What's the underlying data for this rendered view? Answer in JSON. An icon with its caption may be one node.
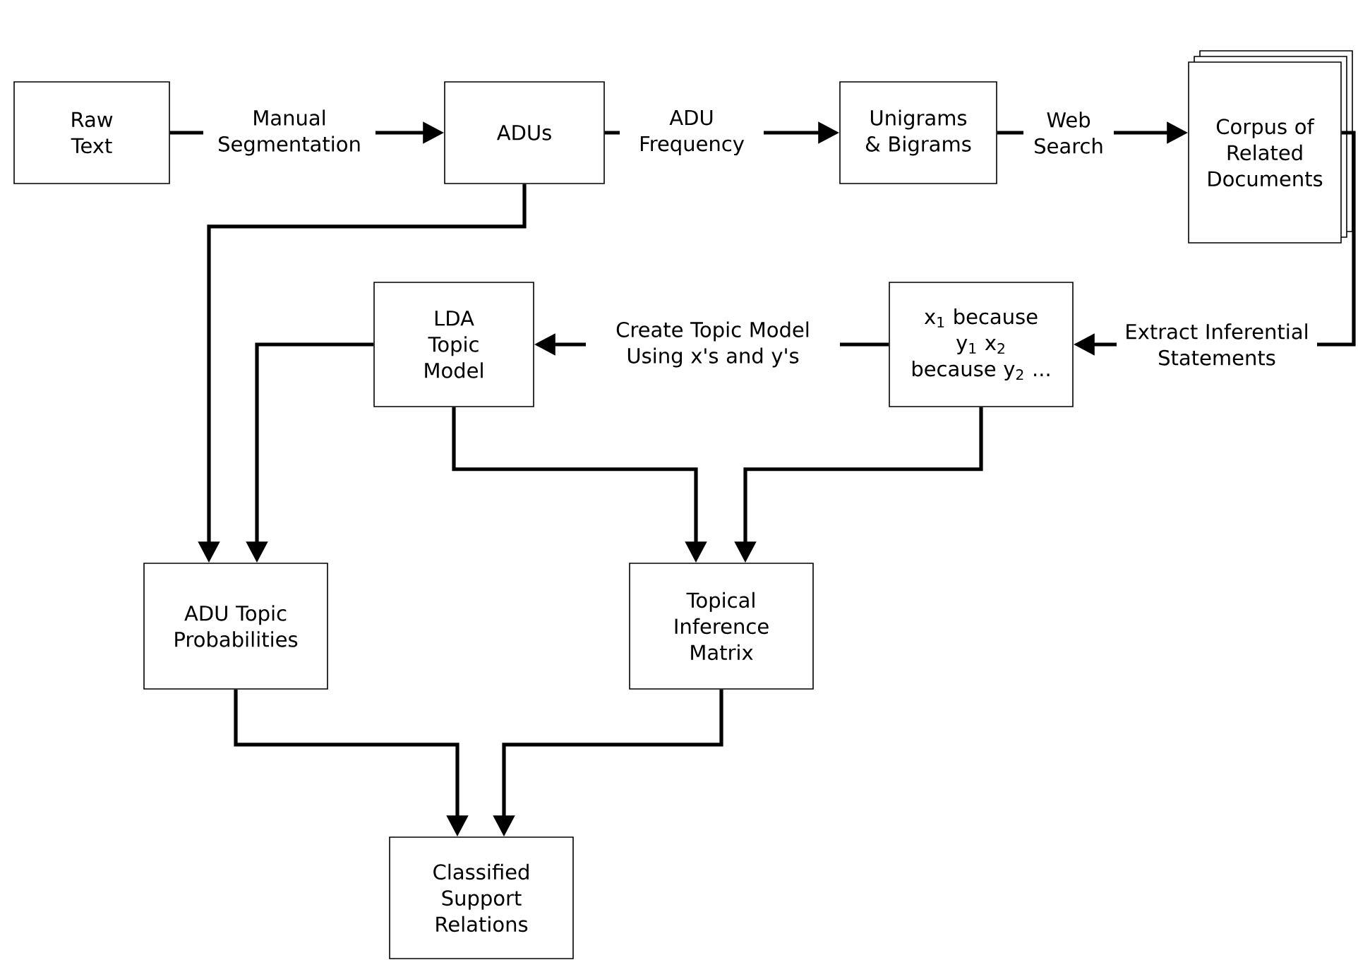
{
  "diagram": {
    "nodes": [
      {
        "text": [
          "Raw Text"
        ]
      },
      {
        "text": [
          "ADUs"
        ]
      },
      {
        "text": [
          "Unigrams & Bigrams"
        ]
      },
      {
        "text": [
          "Corpus of Related Documents"
        ]
      },
      {
        "text": [
          "LDA Topic Model"
        ]
      },
      {
        "text": [
          "x$_{1}$ because y$_{1}$ x$_{2}$ because y$_{2}$ ..."
        ]
      },
      {
        "text": [
          "ADU Topic Probabilities"
        ]
      },
      {
        "text": [
          "Topical Inference Matrix"
        ]
      },
      {
        "text": [
          "Classified Support Relations"
        ]
      }
    ],
    "edges": [
      {
        "from": 0,
        "to": 1,
        "arrow": "to",
        "label": "Manual Segmentation"
      },
      {
        "from": 1,
        "to": 2,
        "arrow": "to",
        "label": "ADU Frequency"
      },
      {
        "from": 2,
        "to": 3,
        "arrow": "to",
        "label": "Web Search"
      },
      {
        "from": 3,
        "to": 5,
        "arrow": "to",
        "label": "Extract Inferential Statements"
      },
      {
        "from": 5,
        "to": 4,
        "arrow": "to",
        "label": "Create Topic Model Using x's and y's"
      },
      {
        "from": 1,
        "to": 6,
        "arrow": "to"
      },
      {
        "from": 4,
        "to": 6,
        "arrow": "to"
      },
      {
        "from": 4,
        "to": 7,
        "arrow": "to"
      },
      {
        "from": 5,
        "to": 7,
        "arrow": "to"
      },
      {
        "from": 6,
        "to": 8,
        "arrow": "to"
      },
      {
        "from": 7,
        "to": 8,
        "arrow": "to"
      }
    ]
  }
}
